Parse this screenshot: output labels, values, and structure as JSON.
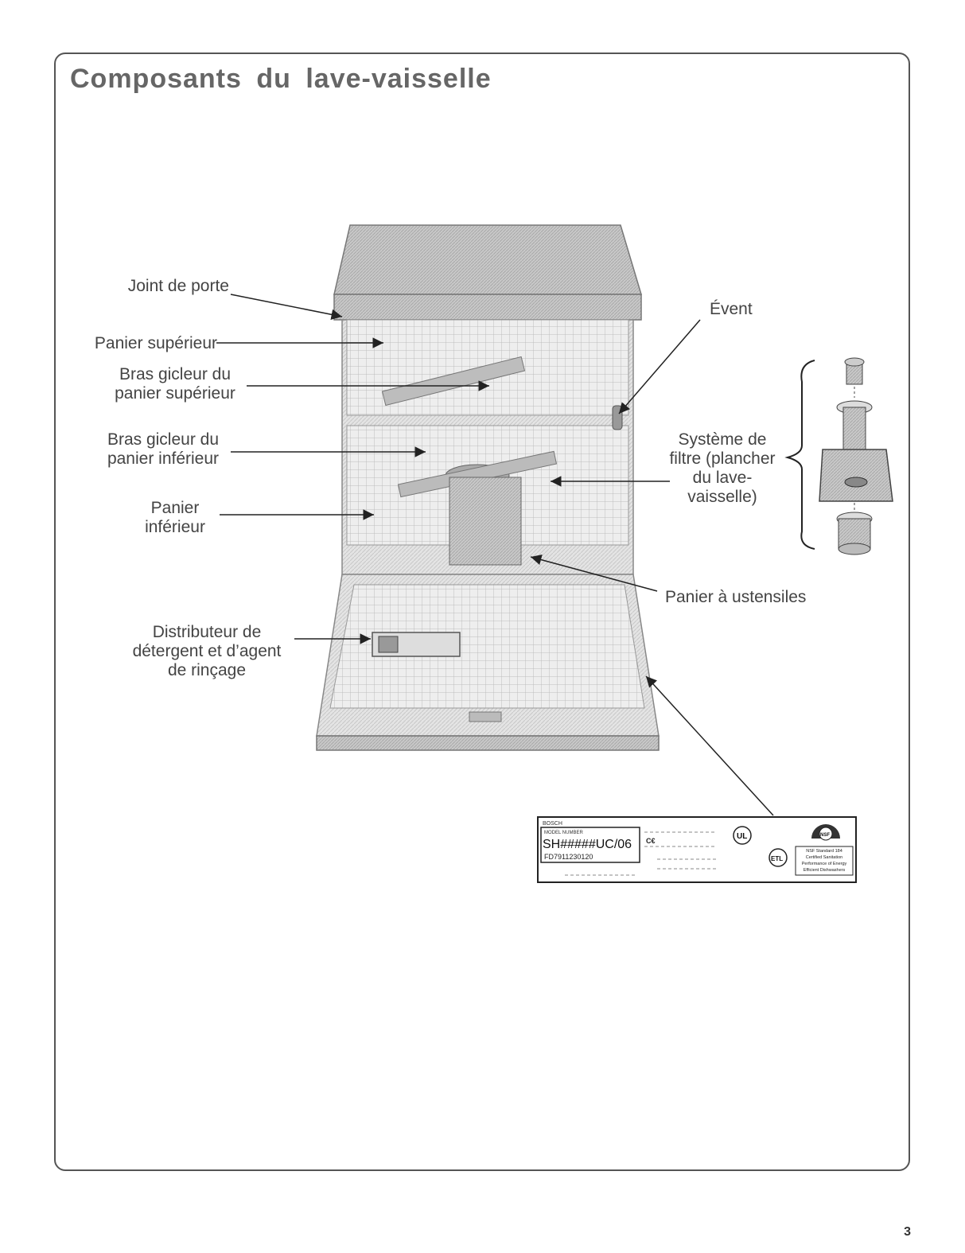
{
  "title": "Composants du lave-vaisselle",
  "labels": {
    "door_seal": "Joint de porte",
    "upper_rack": "Panier supérieur",
    "upper_spray_arm": "Bras gicleur du\npanier supérieur",
    "lower_spray_arm": "Bras gicleur du\npanier inférieur",
    "lower_rack": "Panier\ninférieur",
    "dispenser": "Distributeur de\ndétergent et d’agent\nde rinçage",
    "vent": "Évent",
    "filter_system": "Système de\nfiltre (plancher\ndu lave-\nvaisselle)",
    "silverware_basket": "Panier à ustensiles"
  },
  "rating_plate": {
    "brand": "BOSCH",
    "model_label": "MODEL NUMBER",
    "model_number": "SH#####UC/06",
    "fd_number": "FD7911230120",
    "ce_mark": "C€",
    "ul_mark": "UL",
    "etl_mark": "ETL",
    "nsf_mark": "NSF",
    "nsf_text": "NSF Standard 184\nCertified Sanitation\nPerformance of Energy\nEfficient Dishwashers"
  },
  "page_number": "3",
  "colors": {
    "frame": "#555555",
    "line": "#2a2a2a",
    "body_fill": "#d6d6d6",
    "dark_fill": "#9a9a9a"
  }
}
